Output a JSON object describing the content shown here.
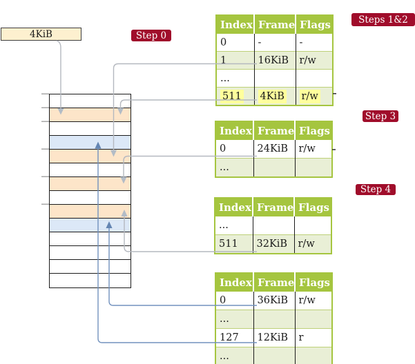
{
  "colors": {
    "table-green": "#a5c53f",
    "table-row-green": "#e9efd6",
    "row-line": "#bdd077",
    "highlight-yellow": "#ffff9c",
    "badge-red": "#a00d2b",
    "memory-orange": "#fde5c9",
    "memory-blue": "#dce8f7",
    "label-cream": "#fdf0cf",
    "arrow-gray": "#b4b8bf",
    "arrow-gray-head": "#b3bcc6",
    "arrow-blue": "#7191bd",
    "arrow-blue-head": "#6485b2"
  },
  "frame_label": {
    "text": "4KiB"
  },
  "badges": {
    "step0": "Step 0",
    "steps12": "Steps 1&2",
    "step3": "Step 3",
    "step4": "Step 4"
  },
  "table_headers": [
    "Index",
    "Frame",
    "Flags"
  ],
  "tables": [
    {
      "rows": [
        {
          "cells": [
            "0",
            "-",
            "-"
          ],
          "shade": false,
          "highlight": false
        },
        {
          "cells": [
            "1",
            "16KiB",
            "r/w"
          ],
          "shade": true,
          "highlight": false
        },
        {
          "cells": [
            "...",
            "",
            ""
          ],
          "shade": false,
          "highlight": false
        },
        {
          "cells": [
            "511",
            "4KiB",
            "r/w"
          ],
          "shade": true,
          "highlight": true
        }
      ]
    },
    {
      "rows": [
        {
          "cells": [
            "0",
            "24KiB",
            "r/w"
          ],
          "shade": false,
          "highlight": false
        },
        {
          "cells": [
            "...",
            "",
            ""
          ],
          "shade": true,
          "highlight": false
        }
      ]
    },
    {
      "rows": [
        {
          "cells": [
            "...",
            "",
            ""
          ],
          "shade": false,
          "highlight": false
        },
        {
          "cells": [
            "511",
            "32KiB",
            "r/w"
          ],
          "shade": true,
          "highlight": false
        }
      ]
    },
    {
      "rows": [
        {
          "cells": [
            "0",
            "36KiB",
            "r/w"
          ],
          "shade": false,
          "highlight": false
        },
        {
          "cells": [
            "...",
            "",
            ""
          ],
          "shade": true,
          "highlight": false
        },
        {
          "cells": [
            "127",
            "12KiB",
            "r"
          ],
          "shade": false,
          "highlight": false
        },
        {
          "cells": [
            "...",
            "",
            ""
          ],
          "shade": true,
          "highlight": false
        }
      ]
    }
  ],
  "memory": {
    "rows": [
      "white",
      "orange",
      "white",
      "blue",
      "orange",
      "white",
      "orange",
      "white",
      "orange",
      "blue",
      "white",
      "white",
      "white",
      "white"
    ]
  },
  "connections": [
    {
      "from": "frame-label-4KiB",
      "to": "memory-row-2",
      "style": "gray"
    },
    {
      "from": "table-0-row-1-16KiB",
      "to": "memory-row-5",
      "style": "gray"
    },
    {
      "from": "table-0-row-511-4KiB",
      "to": "memory-row-2",
      "style": "gray"
    },
    {
      "from": "table-1-row-0-24KiB",
      "to": "memory-row-7",
      "style": "gray"
    },
    {
      "from": "table-2-row-511-32KiB",
      "to": "memory-row-9",
      "style": "gray"
    },
    {
      "from": "table-3-row-0-36KiB",
      "to": "memory-row-10",
      "style": "blue"
    },
    {
      "from": "table-3-row-127-12KiB",
      "to": "memory-row-4",
      "style": "blue"
    }
  ]
}
